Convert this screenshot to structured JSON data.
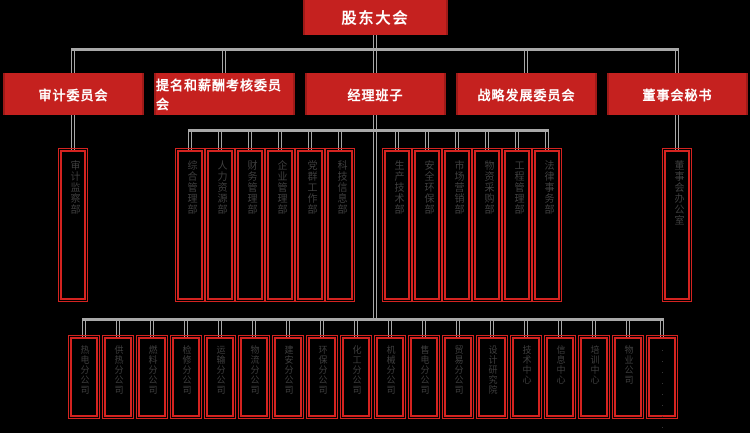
{
  "colors": {
    "background": "#000000",
    "box_red": "#c5211f",
    "border_red": "#d42320",
    "line_gray": "#a8a8a8",
    "vertical_text_gray": "#3f3f3f",
    "label_white": "#ffffff"
  },
  "org": {
    "root": "股东大会",
    "level2": [
      "审计委员会",
      "提名和薪酬考核委员会",
      "经理班子",
      "战略发展委员会",
      "董事会秘书"
    ],
    "audit_dept": "审计监察部",
    "secretary_dept": "董事会办公室",
    "management_depts": [
      "综合管理部",
      "人力资源部",
      "财务管理部",
      "企业管理部",
      "党群工作部",
      "科技信息部",
      "生产技术部",
      "安全环保部",
      "市场营销部",
      "物资采购部",
      "工程管理部",
      "法律事务部"
    ],
    "subsidiaries": [
      "热电分公司",
      "供热分公司",
      "燃料分公司",
      "检修分公司",
      "运输分公司",
      "物流分公司",
      "建安分公司",
      "环保分公司",
      "化工分公司",
      "机械分公司",
      "售电分公司",
      "贸易分公司",
      "设计研究院",
      "技术中心",
      "信息中心",
      "培训中心",
      "物业公司",
      "········"
    ]
  }
}
